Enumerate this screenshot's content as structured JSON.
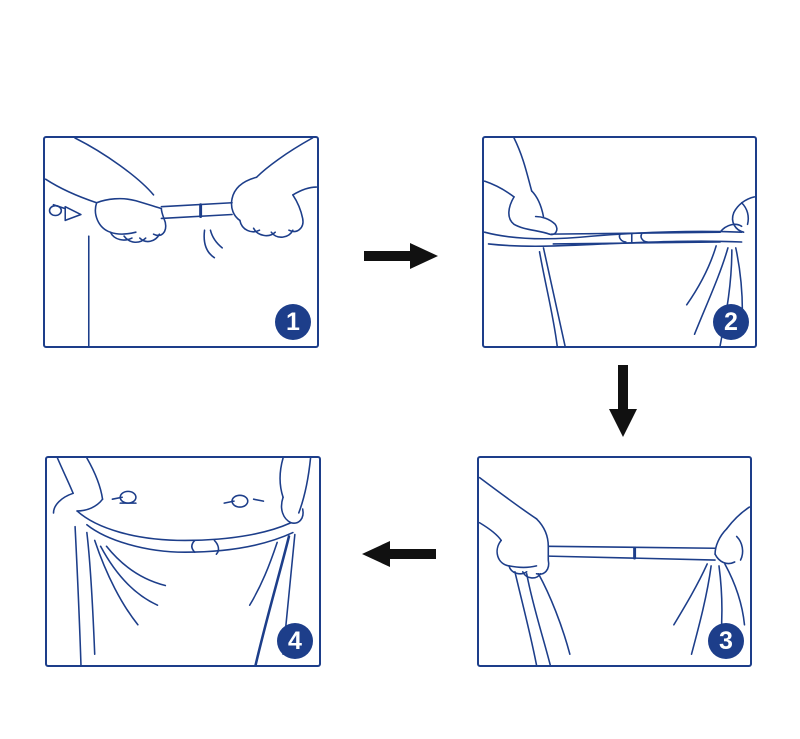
{
  "steps": [
    {
      "number": "1"
    },
    {
      "number": "2"
    },
    {
      "number": "3"
    },
    {
      "number": "4"
    }
  ],
  "colors": {
    "frame": "#1d3e8a",
    "line": "#1d3e8a",
    "arrow": "#111111",
    "background": "#ffffff"
  },
  "arrows": [
    {
      "from": "1",
      "to": "2",
      "direction": "right"
    },
    {
      "from": "2",
      "to": "3",
      "direction": "down"
    },
    {
      "from": "3",
      "to": "4",
      "direction": "left"
    }
  ]
}
